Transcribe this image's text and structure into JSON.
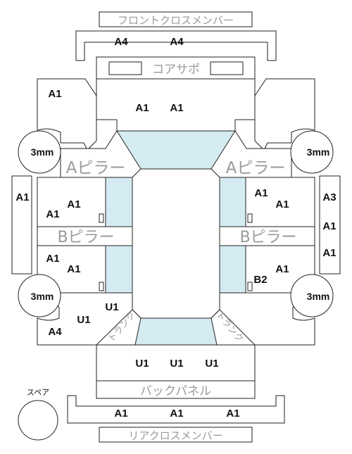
{
  "labels": {
    "front_cross_member": "フロントクロスメンバー",
    "core_support": "コアサポ",
    "a_pillar_left": "Aピラー",
    "a_pillar_right": "Aピラー",
    "b_pillar_left": "Bピラー",
    "b_pillar_right": "Bピラー",
    "back_panel": "バックパネル",
    "rear_cross_member": "リアクロスメンバー",
    "spare": "スペア",
    "trunk_left": "トランク",
    "trunk_right": "トランク"
  },
  "grades": {
    "front_cross_1": "A4",
    "front_cross_2": "A4",
    "fender_left": "A1",
    "hood_1": "A1",
    "hood_2": "A1",
    "side_left_strip": "A1",
    "front_door_left_1": "A1",
    "front_door_left_2": "A1",
    "rear_door_left_1": "A1",
    "rear_door_left_2": "A1",
    "quarter_left_1": "U1",
    "quarter_left_2": "U1",
    "quarter_left_3": "A4",
    "front_door_right_1": "A1",
    "front_door_right_2": "A1",
    "rear_door_right_1": "A1",
    "rear_door_right_2": "B2",
    "side_right_1": "A3",
    "side_right_2": "A1",
    "side_right_3": "A1",
    "trunk_1": "U1",
    "trunk_2": "U1",
    "trunk_3": "U1",
    "rear_cross_1": "A1",
    "rear_cross_2": "A1",
    "rear_cross_3": "A1"
  },
  "wheels": {
    "front_left": "3mm",
    "front_right": "3mm",
    "rear_left": "3mm",
    "rear_right": "3mm"
  },
  "colors": {
    "glass": "#d4ebf2",
    "label_gray": "#9a9a9a",
    "line": "#222222"
  }
}
